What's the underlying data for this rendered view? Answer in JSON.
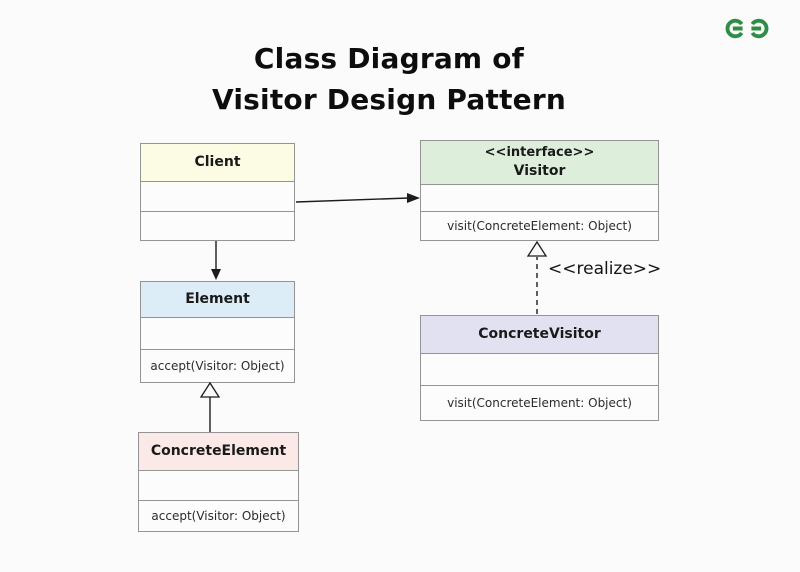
{
  "header": {
    "title_line1": "Class Diagram of",
    "title_line2": "Visitor Design Pattern",
    "logo_name": "GeeksforGeeks",
    "logo_color": "#2f8d46"
  },
  "classes": {
    "client": {
      "name": "Client",
      "attributes": "",
      "methods": "",
      "header_bg": "#fcfce4"
    },
    "visitor": {
      "stereotype": "<<interface>>",
      "name": "Visitor",
      "attributes": "",
      "methods": "visit(ConcreteElement: Object)",
      "header_bg": "#ddefdb"
    },
    "element": {
      "name": "Element",
      "attributes": "",
      "methods": "accept(Visitor: Object)",
      "header_bg": "#ddedf7"
    },
    "concrete_visitor": {
      "name": "ConcreteVisitor",
      "attributes": "",
      "methods": "visit(ConcreteElement: Object)",
      "header_bg": "#e2e1f1"
    },
    "concrete_element": {
      "name": "ConcreteElement",
      "attributes": "",
      "methods": "accept(Visitor: Object)",
      "header_bg": "#fbe9e7"
    }
  },
  "relations": {
    "realize_label": "<<realize>>",
    "client_uses_visitor": "association",
    "client_uses_element": "association",
    "concrete_element_extends_element": "generalization",
    "concrete_visitor_realizes_visitor": "realization"
  }
}
